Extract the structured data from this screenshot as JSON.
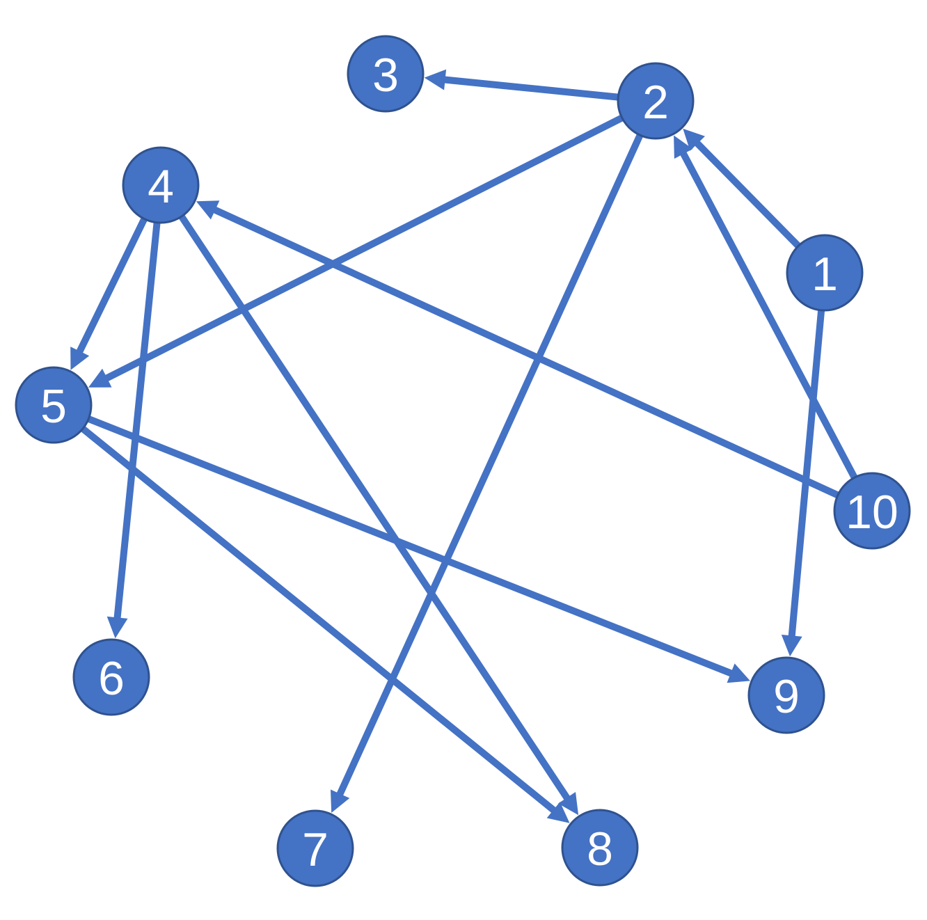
{
  "graph": {
    "directed": true,
    "colors": {
      "node_fill": "#4472C4",
      "node_stroke": "#2F528F",
      "edge": "#4472C4",
      "label": "#FFFFFF",
      "background": "#FFFFFF"
    },
    "nodes": [
      {
        "id": "1",
        "label": "1"
      },
      {
        "id": "2",
        "label": "2"
      },
      {
        "id": "3",
        "label": "3"
      },
      {
        "id": "4",
        "label": "4"
      },
      {
        "id": "5",
        "label": "5"
      },
      {
        "id": "6",
        "label": "6"
      },
      {
        "id": "7",
        "label": "7"
      },
      {
        "id": "8",
        "label": "8"
      },
      {
        "id": "9",
        "label": "9"
      },
      {
        "id": "10",
        "label": "10"
      }
    ],
    "edges": [
      {
        "from": "1",
        "to": "2"
      },
      {
        "from": "1",
        "to": "9"
      },
      {
        "from": "2",
        "to": "3"
      },
      {
        "from": "2",
        "to": "5"
      },
      {
        "from": "2",
        "to": "7"
      },
      {
        "from": "4",
        "to": "5"
      },
      {
        "from": "4",
        "to": "6"
      },
      {
        "from": "4",
        "to": "8"
      },
      {
        "from": "5",
        "to": "8"
      },
      {
        "from": "5",
        "to": "9"
      },
      {
        "from": "10",
        "to": "2"
      },
      {
        "from": "10",
        "to": "4"
      }
    ]
  }
}
